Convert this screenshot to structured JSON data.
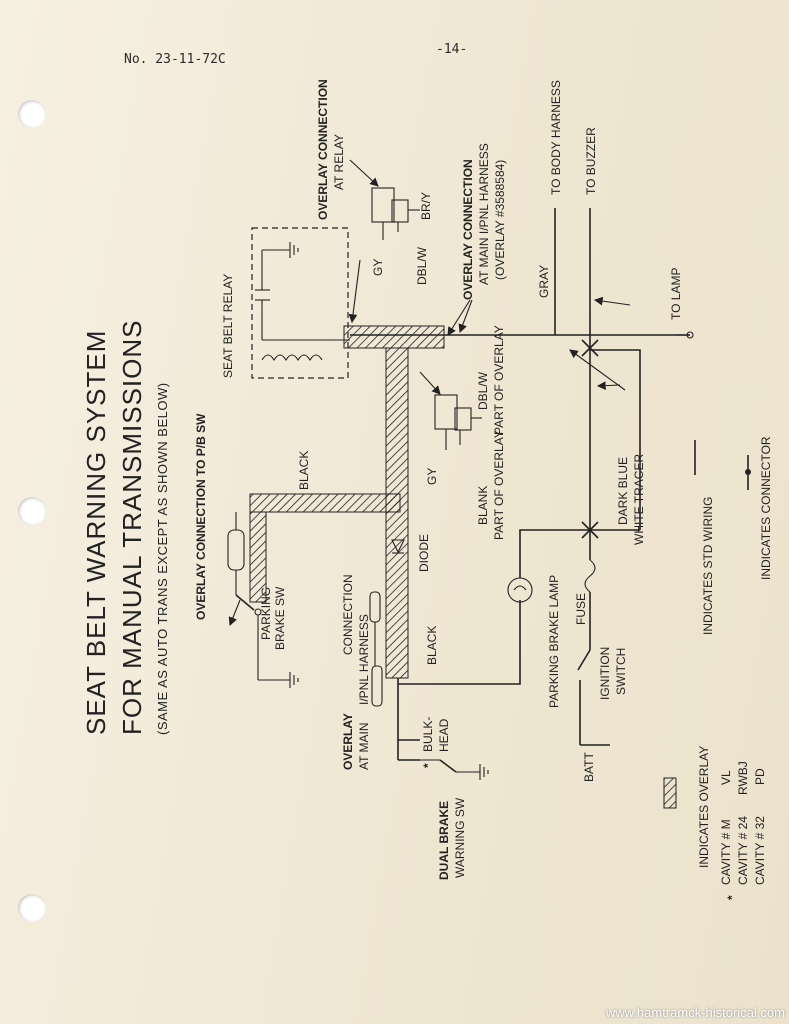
{
  "header": {
    "doc_number": "No. 23-11-72C",
    "page_number": "-14-"
  },
  "title": {
    "line1": "SEAT BELT WARNING SYSTEM",
    "line2": "FOR MANUAL TRANSMISSIONS",
    "note": "(SAME AS AUTO TRANS EXCEPT AS SHOWN BELOW)"
  },
  "labels": {
    "overlay_ps_sw": "OVERLAY CONNECTION TO P/B SW",
    "parking_brake_sw_1": "PARKING",
    "parking_brake_sw_2": "BRAKE SW",
    "black_top": "BLACK",
    "seat_belt_relay": "SEAT BELT RELAY",
    "overlay_relay_1": "OVERLAY CONNECTION",
    "overlay_relay_2": "AT RELAY",
    "gy_top": "GY",
    "dbl_w_top": "DBL/W",
    "br_y": "BR/Y",
    "overlay_main_1": "OVERLAY CONNECTION",
    "overlay_main_2": "AT MAIN I/PNL HARNESS",
    "overlay_main_3": "(OVERLAY #3588584)",
    "gray": "GRAY",
    "to_body_harness": "TO BODY HARNESS",
    "to_buzzer": "TO BUZZER",
    "to_lamp": "TO LAMP",
    "dbl_w_mid_1": "DBL/W",
    "dbl_w_mid_2": "PART OF OVERLAY",
    "gy_mid": "GY",
    "blank": "BLANK",
    "part_of_overlay": "PART OF OVERLAY",
    "dark_blue_1": "DARK BLUE",
    "dark_blue_2": "WHITE TRACER",
    "diode": "DIODE",
    "overlay_lower_1": "CONNECTION",
    "overlay_lower_2": "I/PNL HARNESS",
    "overlay_lower_3": "OVERLAY",
    "overlay_lower_4": "AT MAIN",
    "black_low": "BLACK",
    "bulkhead_1": "BULK-",
    "bulkhead_2": "HEAD",
    "bulkhead_star": "*",
    "parking_brake_lamp": "PARKING BRAKE LAMP",
    "fuse": "FUSE",
    "ignition_1": "IGNITION",
    "ignition_2": "SWITCH",
    "batt": "BATT",
    "dual_brake_1": "DUAL BRAKE",
    "dual_brake_2": "WARNING SW",
    "legend_std": "INDICATES STD WIRING",
    "legend_conn": "INDICATES CONNECTOR",
    "legend_overlay": "INDICATES OVERLAY"
  },
  "cavities": [
    {
      "label": "CAVITY # M",
      "code": "VL"
    },
    {
      "label": "CAVITY # 24",
      "code": "RWBJ"
    },
    {
      "label": "CAVITY # 32",
      "code": "PD"
    }
  ],
  "cavity_star": "*",
  "watermark": "www.hamtramck-historical.com"
}
